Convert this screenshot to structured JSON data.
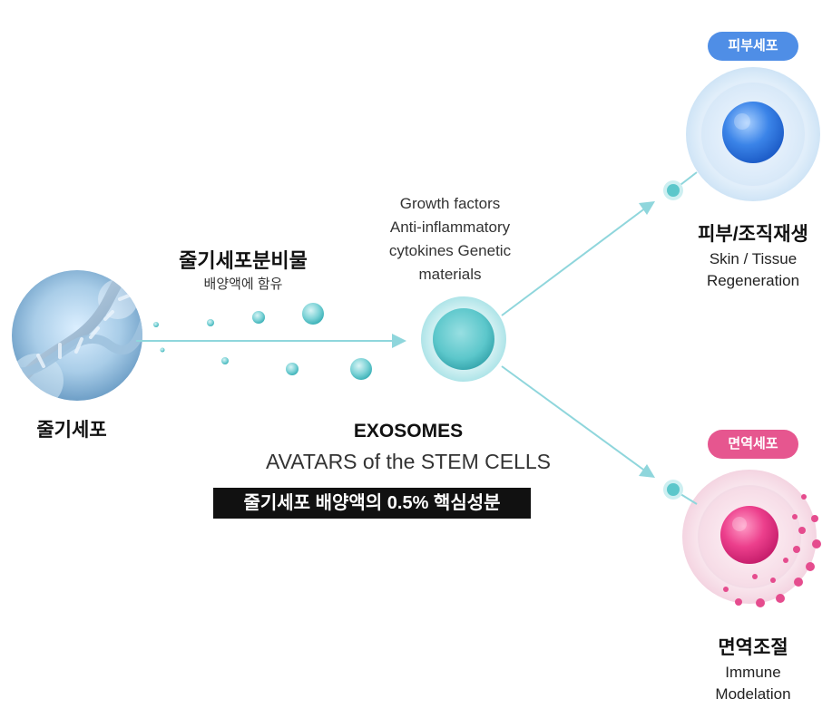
{
  "stem_cell": {
    "label": "줄기세포"
  },
  "secretome": {
    "title": "줄기세포분비물",
    "subtitle": "배양액에 함유"
  },
  "growth_factors": {
    "lines": [
      "Growth factors",
      "Anti-inflammatory",
      "cytokines Genetic",
      "materials"
    ]
  },
  "exosomes": {
    "title": "EXOSOMES",
    "subtitle": "AVATARS of the STEM CELLS",
    "banner": "줄기세포 배양액의 0.5% 핵심성분"
  },
  "skin_branch": {
    "pill": "피부세포",
    "title": "피부/조직재생",
    "subtitle_lines": [
      "Skin / Tissue",
      "Regeneration"
    ]
  },
  "immune_branch": {
    "pill": "면역세포",
    "title": "면역조절",
    "subtitle_lines": [
      "Immune",
      "Modelation"
    ]
  },
  "colors": {
    "teal": "#5cc7cb",
    "arrow": "#8fd6dc",
    "skin_blue": "#4f8ee6",
    "immune_pink": "#e6568f",
    "banner_bg": "#111111"
  },
  "icons": [
    "dna-helix-image",
    "exosome-cell-icon",
    "skin-cell-icon",
    "immune-cell-icon"
  ]
}
